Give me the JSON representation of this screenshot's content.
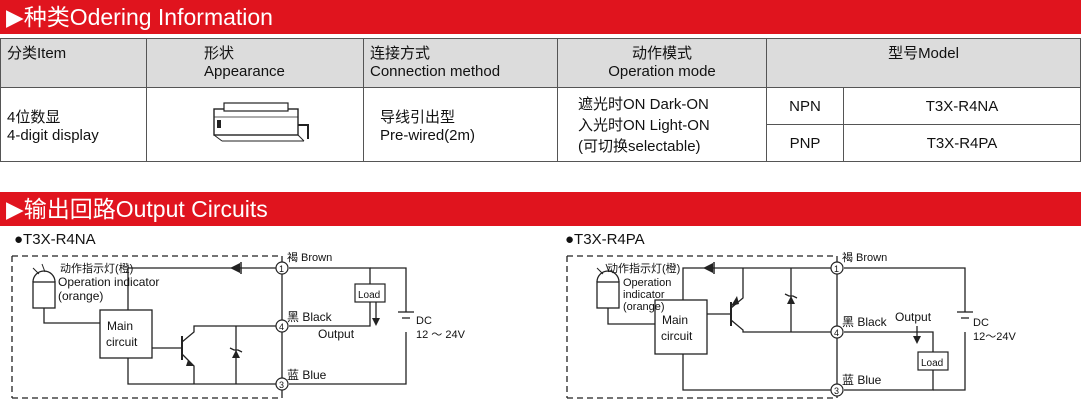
{
  "section1": {
    "marker": "▶",
    "title": "种类Odering Information"
  },
  "table": {
    "headers": [
      {
        "cn": "分类Item",
        "en": ""
      },
      {
        "cn": "形状",
        "en": "Appearance"
      },
      {
        "cn": "连接方式",
        "en": "Connection method"
      },
      {
        "cn": "动作模式",
        "en": "Operation mode"
      },
      {
        "cn": "型号Model",
        "en": ""
      }
    ],
    "item": {
      "line1": "4位数显",
      "line2": "4-digit display"
    },
    "connection": {
      "line1": "导线引出型",
      "line2": "Pre-wired(2m)"
    },
    "operation": {
      "line1": "遮光时ON Dark-ON",
      "line2": "入光时ON Light-ON",
      "line3": "(可切换selectable)"
    },
    "rows": [
      {
        "type": "NPN",
        "model": "T3X-R4NA"
      },
      {
        "type": "PNP",
        "model": "T3X-R4PA"
      }
    ]
  },
  "section2": {
    "marker": "▶",
    "title": "输出回路Output Circuits"
  },
  "npn": {
    "title": "●T3X-R4NA",
    "indicator1": "动作指示灯(橙)",
    "indicator2": "Operation indicator",
    "indicator3": "(orange)",
    "main1": "Main",
    "main2": "circuit",
    "brown": "褐 Brown",
    "black": "黑 Black",
    "blue": "蓝 Blue",
    "output": "Output",
    "load": "Load",
    "dc": "DC",
    "voltage": "12 ～ 24V",
    "pin1": "1",
    "pin2": "4",
    "pin3": "3"
  },
  "pnp": {
    "title": "●T3X-R4PA",
    "indicator1": "动作指示灯(橙)",
    "indicator2": "Operation",
    "indicator3": "indicator",
    "indicator4": "(orange)",
    "main1": "Main",
    "main2": "circuit",
    "brown": "褐 Brown",
    "black": "黑 Black",
    "blue": "蓝 Blue",
    "output": "Output",
    "load": "Load",
    "dc": "DC",
    "voltage": "12～24V",
    "pin1": "1",
    "pin2": "4",
    "pin3": "3"
  }
}
